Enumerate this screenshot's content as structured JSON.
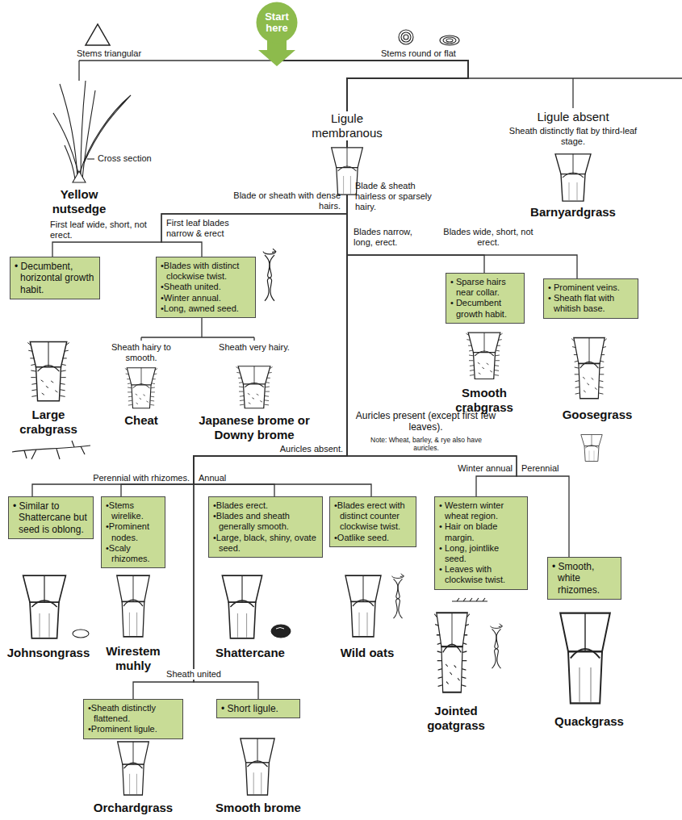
{
  "diagram": {
    "nodes": [
      {
        "text": [
          "Start here"
        ]
      },
      {
        "text": [
          "• Decumbent, horizontal growth habit."
        ]
      },
      {
        "text": [
          "•Blades with distinct clockwise twist.",
          "•Sheath united.",
          "•Winter annual.",
          "•Long, awned seed."
        ]
      },
      {
        "text": [
          "• Sparse hairs near collar.",
          "• Decumbent growth habit."
        ]
      },
      {
        "text": [
          "• Prominent veins.",
          "• Sheath flat with whitish base."
        ]
      },
      {
        "text": [
          "• Similar to Shattercane but seed is oblong."
        ]
      },
      {
        "text": [
          "•Stems wirelike.",
          "•Prominent nodes.",
          "•Scaly rhizomes."
        ]
      },
      {
        "text": [
          "•Blades erect.",
          "•Blades and sheath generally smooth.",
          "•Large, black, shiny, ovate seed."
        ]
      },
      {
        "text": [
          "•Blades erect with distinct counter clockwise twist.",
          "•Oatlike seed."
        ]
      },
      {
        "text": [
          "• Western winter wheat region.",
          "• Hair on blade margin.",
          "• Long, jointlike seed.",
          "• Leaves with clockwise twist."
        ]
      },
      {
        "text": [
          "• Smooth, white rhizomes."
        ]
      },
      {
        "text": [
          "•Sheath distinctly flattened.",
          "•Prominent ligule."
        ]
      },
      {
        "text": [
          "• Short ligule."
        ]
      }
    ],
    "edges": [
      {
        "from": 0,
        "to": 1,
        "arrow": "none"
      },
      {
        "from": 0,
        "to": 2,
        "arrow": "none"
      },
      {
        "from": 0,
        "to": 3,
        "arrow": "none"
      },
      {
        "from": 0,
        "to": 4,
        "arrow": "none"
      },
      {
        "from": 0,
        "to": 5,
        "arrow": "none"
      },
      {
        "from": 0,
        "to": 6,
        "arrow": "none"
      },
      {
        "from": 0,
        "to": 7,
        "arrow": "none"
      },
      {
        "from": 0,
        "to": 8,
        "arrow": "none"
      },
      {
        "from": 0,
        "to": 9,
        "arrow": "none"
      },
      {
        "from": 0,
        "to": 10,
        "arrow": "none"
      },
      {
        "from": 0,
        "to": 11,
        "arrow": "none"
      },
      {
        "from": 0,
        "to": 12,
        "arrow": "none"
      }
    ],
    "labels": [
      "Stems triangular",
      "Cross section",
      "Yellow nutsedge",
      "Stems round or flat",
      "Ligule membranous",
      "Ligule absent",
      "Sheath distinctly flat by third-leaf stage.",
      "Barnyardgrass",
      "Blade or sheath with dense hairs.",
      "Blade & sheath hairless or sparsely hairy.",
      "First leaf wide, short, not erect.",
      "First leaf blades narrow & erect",
      "Large crabgrass",
      "Sheath hairy to smooth.",
      "Sheath very hairy.",
      "Cheat",
      "Japanese brome or Downy brome",
      "Blades narrow, long, erect.",
      "Blades wide, short, not erect.",
      "Smooth crabgrass",
      "Goosegrass",
      "Auricles present (except first few leaves).",
      "Note: Wheat, barley, & rye also have auricles.",
      "Auricles absent.",
      "Perennial with rhizomes.",
      "Annual",
      "Winter annual",
      "Perennial",
      "Johnsongrass",
      "Wirestem muhly",
      "Shattercane",
      "Wild oats",
      "Jointed goatgrass",
      "Quackgrass",
      "Sheath united",
      "Orchardgrass",
      "Smooth brome"
    ]
  }
}
